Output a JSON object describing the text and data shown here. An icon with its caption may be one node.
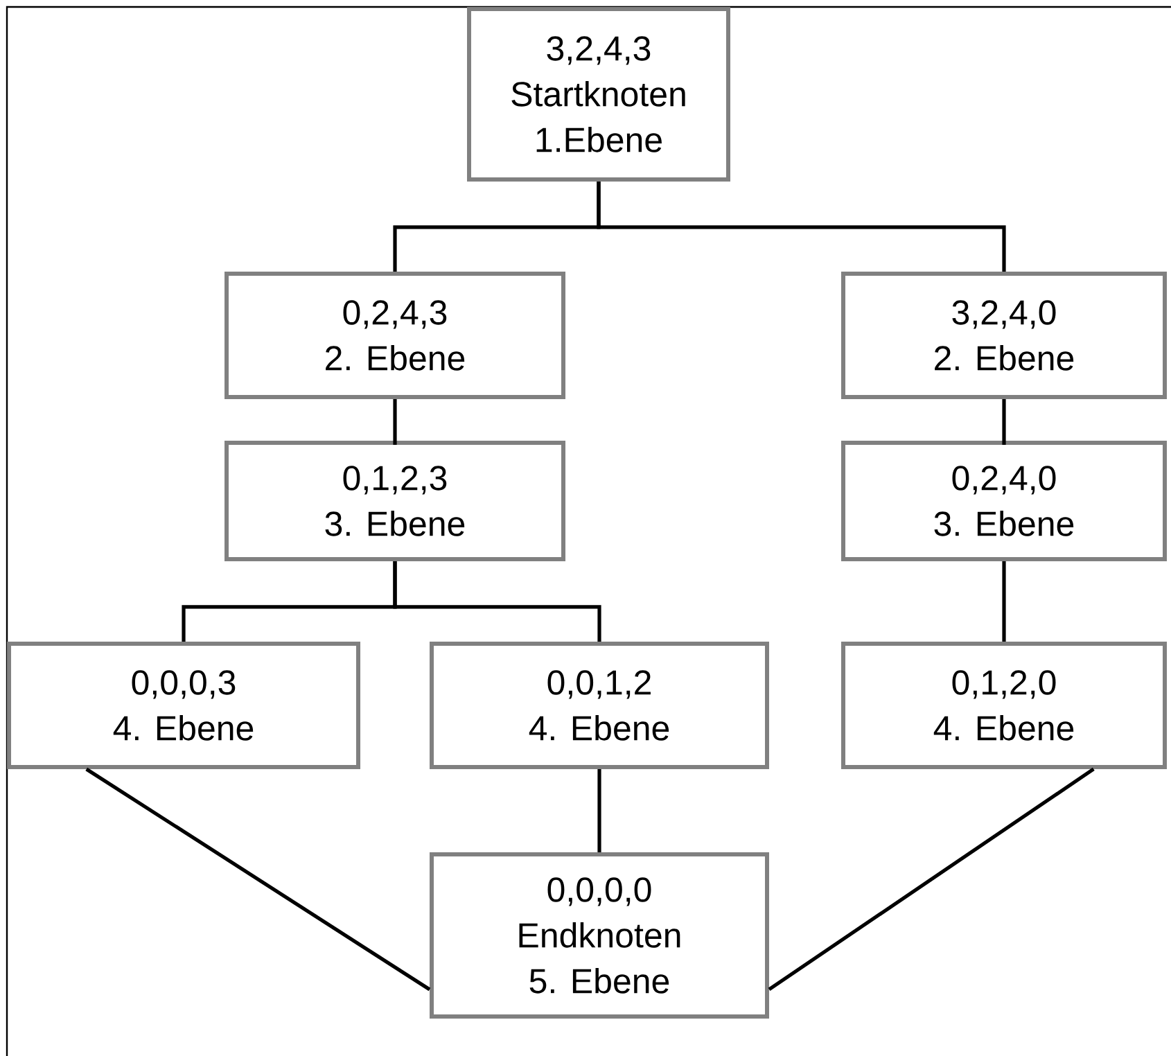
{
  "diagram": {
    "nodes": [
      {
        "text": [
          "3,2,4,3",
          "Startknoten",
          "1.Ebene"
        ]
      },
      {
        "text": [
          "0,2,4,3",
          "2. Ebene"
        ]
      },
      {
        "text": [
          "3,2,4,0",
          "2. Ebene"
        ]
      },
      {
        "text": [
          "0,1,2,3",
          "3. Ebene"
        ]
      },
      {
        "text": [
          "0,2,4,0",
          "3. Ebene"
        ]
      },
      {
        "text": [
          "0,0,0,3",
          "4. Ebene"
        ]
      },
      {
        "text": [
          "0,0,1,2",
          "4. Ebene"
        ]
      },
      {
        "text": [
          "0,1,2,0",
          "4. Ebene"
        ]
      },
      {
        "text": [
          "0,0,0,0",
          "Endknoten",
          "5. Ebene"
        ]
      }
    ],
    "edges": [
      {
        "from": 0,
        "to": 1,
        "arrow": "none"
      },
      {
        "from": 0,
        "to": 2,
        "arrow": "none"
      },
      {
        "from": 1,
        "to": 3,
        "arrow": "none"
      },
      {
        "from": 2,
        "to": 4,
        "arrow": "none"
      },
      {
        "from": 3,
        "to": 5,
        "arrow": "none"
      },
      {
        "from": 3,
        "to": 6,
        "arrow": "none"
      },
      {
        "from": 4,
        "to": 7,
        "arrow": "none"
      },
      {
        "from": 5,
        "to": 8,
        "arrow": "none"
      },
      {
        "from": 6,
        "to": 8,
        "arrow": "none"
      },
      {
        "from": 7,
        "to": 8,
        "arrow": "none"
      }
    ]
  }
}
